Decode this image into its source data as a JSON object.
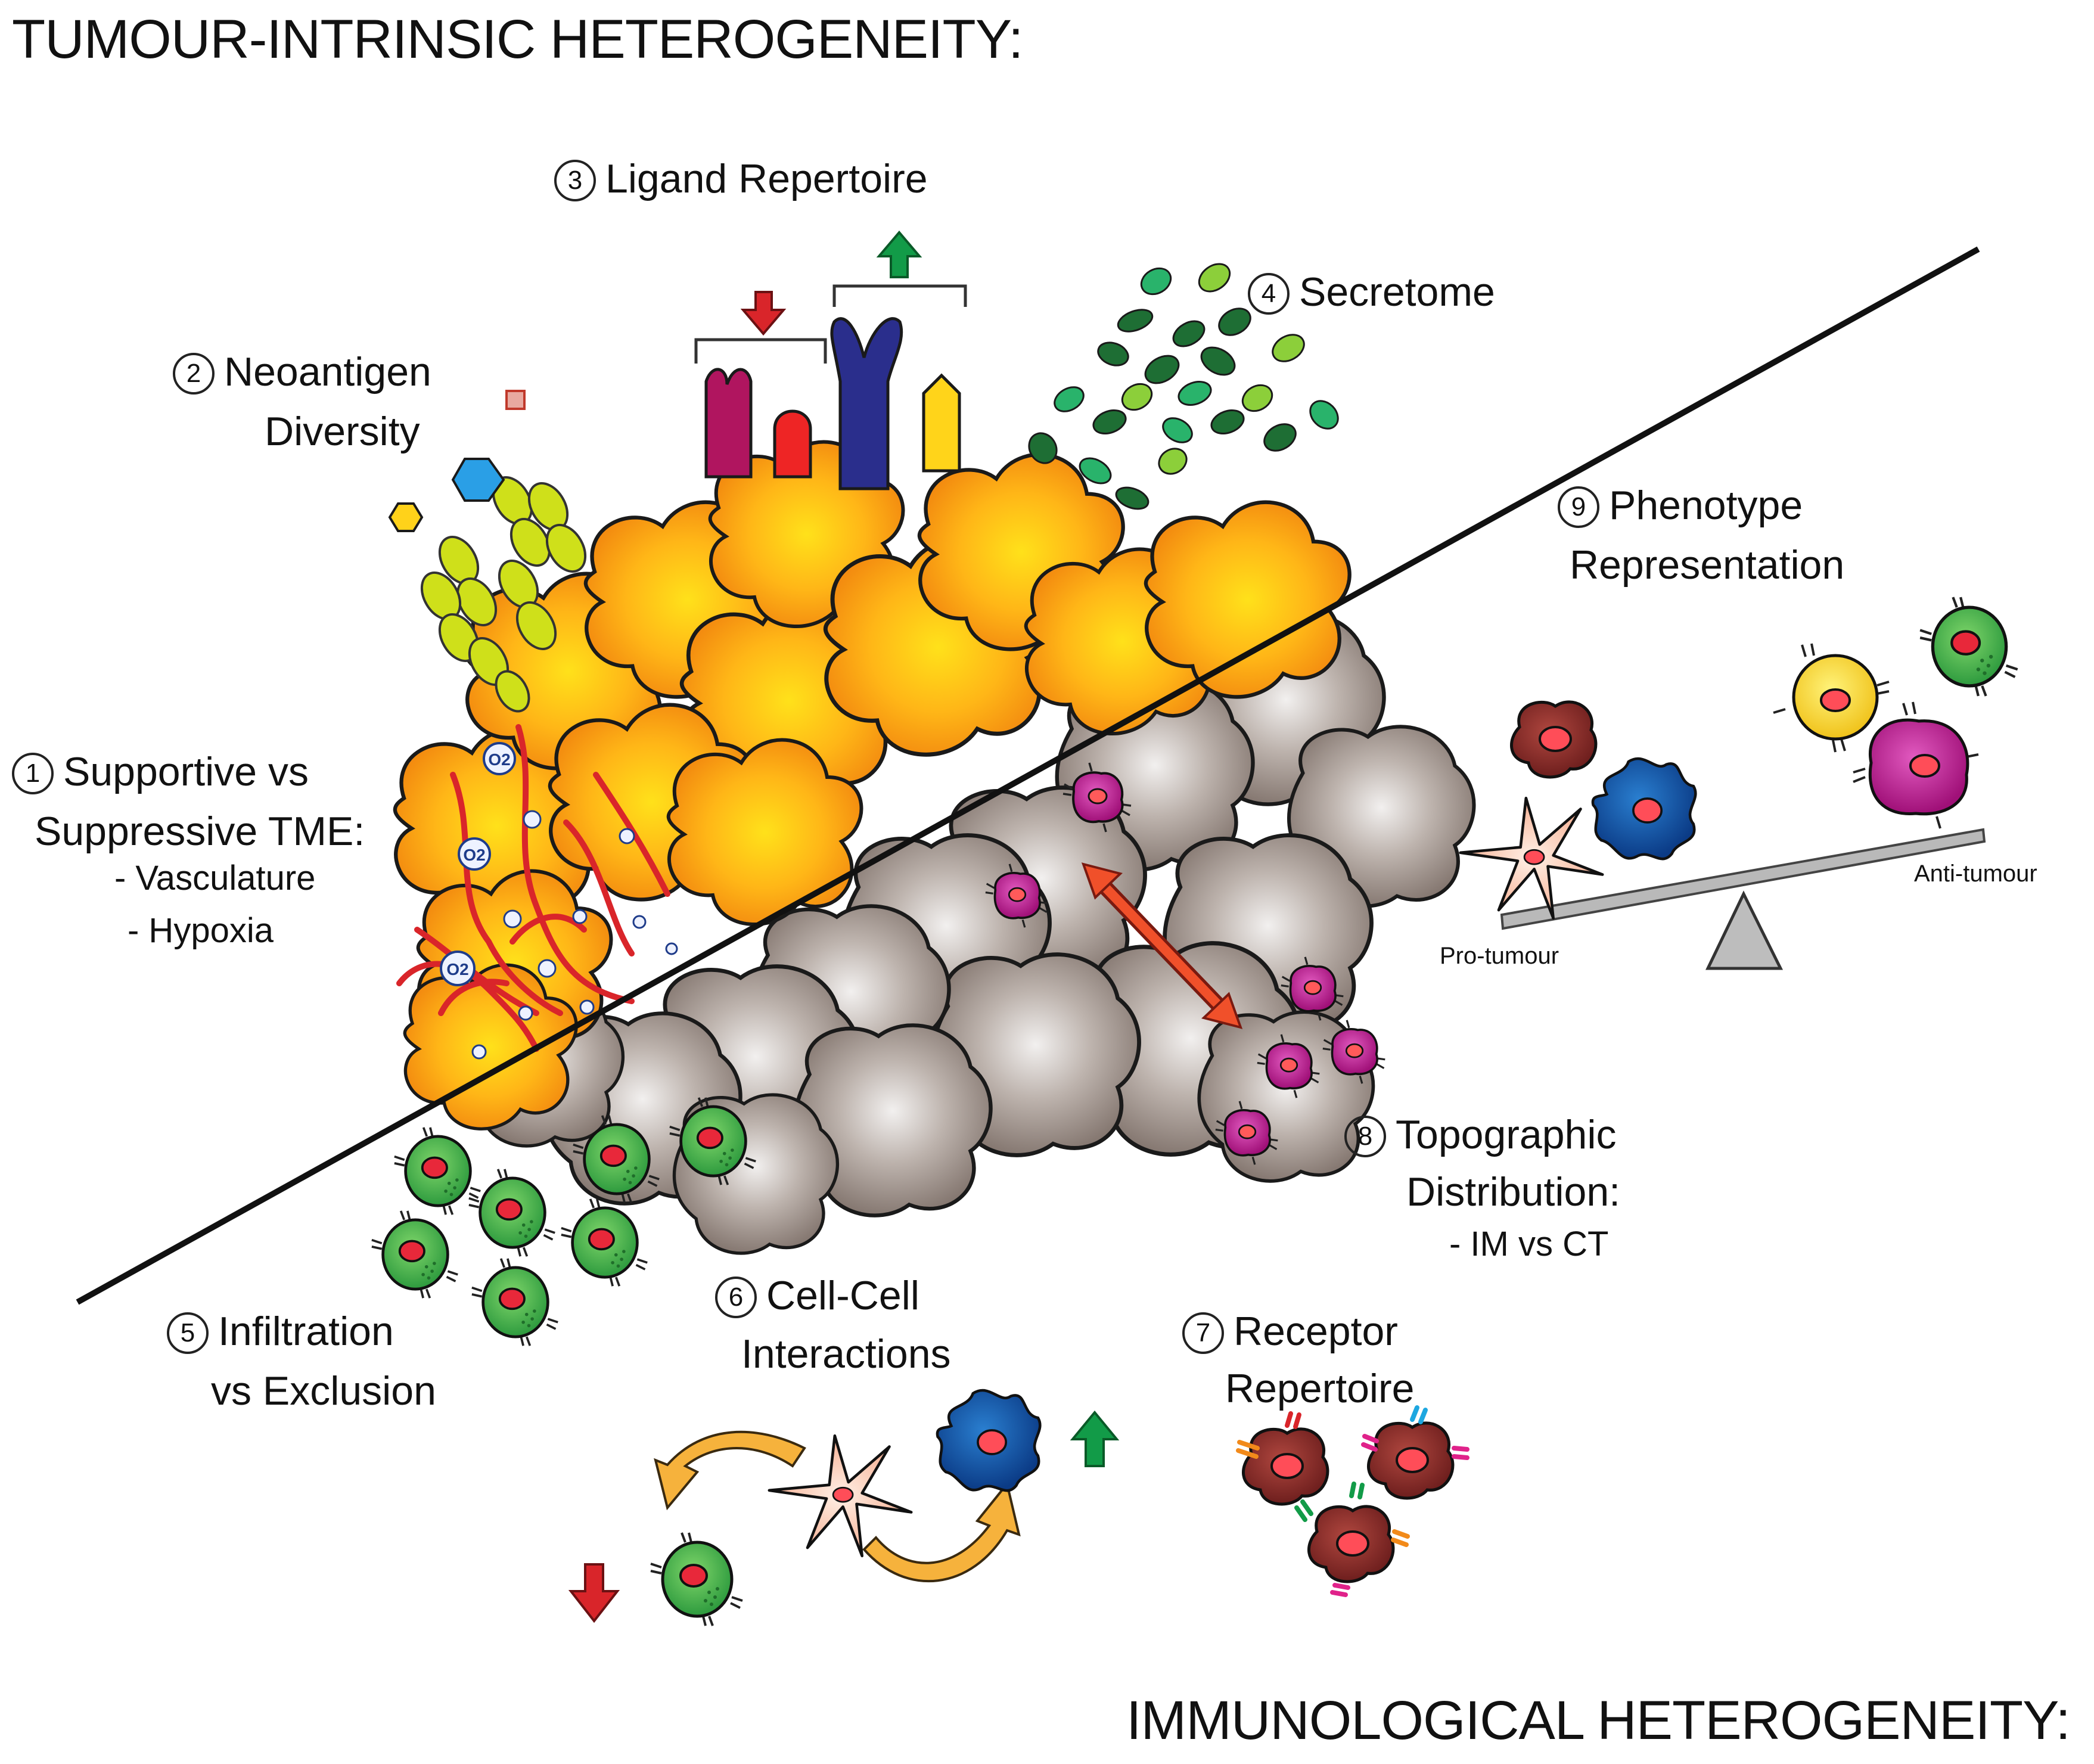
{
  "titles": {
    "top": "TUMOUR-INTRINSIC HETEROGENEITY:",
    "bottom": "IMMUNOLOGICAL HETEROGENEITY:"
  },
  "labels": {
    "l1": {
      "num": "1",
      "line1": "Supportive vs",
      "line2": "Suppressive TME:",
      "sub1": "- Vasculature",
      "sub2": "- Hypoxia"
    },
    "l2": {
      "num": "2",
      "line1": "Neoantigen",
      "line2": "Diversity"
    },
    "l3": {
      "num": "3",
      "line1": "Ligand Repertoire"
    },
    "l4": {
      "num": "4",
      "line1": "Secretome"
    },
    "l5": {
      "num": "5",
      "line1": "Infiltration",
      "line2": "vs Exclusion"
    },
    "l6": {
      "num": "6",
      "line1": "Cell-Cell",
      "line2": "Interactions"
    },
    "l7": {
      "num": "7",
      "line1": "Receptor",
      "line2": "Repertoire"
    },
    "l8": {
      "num": "8",
      "line1": "Topographic",
      "line2": "Distribution:",
      "sub1": "- IM vs CT"
    },
    "l9": {
      "num": "9",
      "line1": "Phenotype",
      "line2": "Representation"
    }
  },
  "balance": {
    "left": "Pro-tumour",
    "right": "Anti-tumour"
  },
  "colors": {
    "tumour_orange": "#f7a21b",
    "tumour_yellow": "#ffd21a",
    "immune_grey": "#9b8e87",
    "vessel_red": "#d9252a",
    "tcell_green": "#3fb34f",
    "magenta_cell": "#c0168f",
    "up_arrow": "#129b48",
    "down_arrow": "#d9252a"
  },
  "oxygen_label": "O2"
}
